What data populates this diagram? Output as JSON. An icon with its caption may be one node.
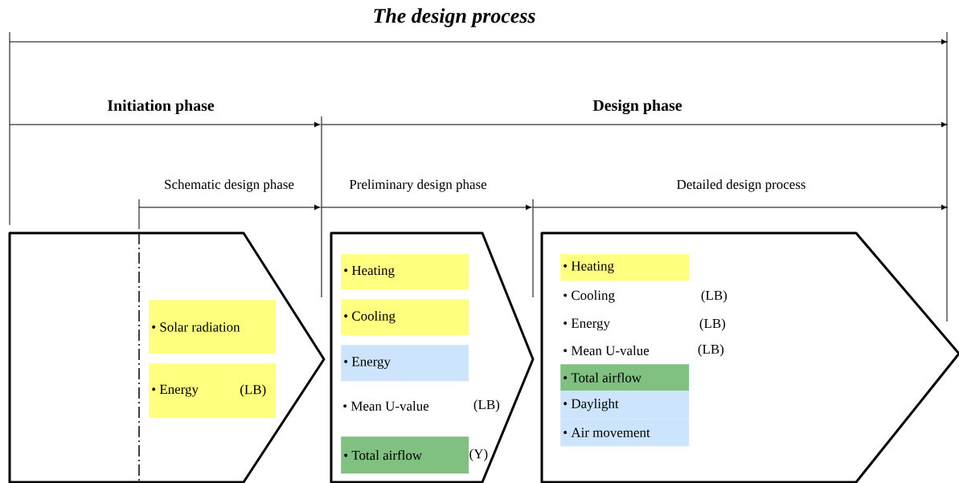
{
  "diagram": {
    "title": "The design process",
    "nodes": [
      {
        "text": [],
        "shape": "chevron"
      },
      {
        "text": [
          "• Solar radiation"
        ],
        "in": 0
      },
      {
        "text": [
          "• Energy",
          "(LB)"
        ],
        "in": 0
      },
      {
        "text": [],
        "shape": "chevron"
      },
      {
        "text": [
          "• Heating"
        ],
        "in": 3
      },
      {
        "text": [
          "• Cooling"
        ],
        "in": 3
      },
      {
        "text": [
          "• Energy"
        ],
        "in": 3
      },
      {
        "text": [
          "• Total airflow"
        ],
        "in": 3,
        "beside": [
          "(Y)"
        ]
      },
      {
        "text": [],
        "shape": "chevron"
      },
      {
        "text": [
          "• Heating"
        ],
        "in": 8
      },
      {
        "text": [
          "• Total airflow"
        ],
        "in": 8
      },
      {
        "text": [
          "• Daylight"
        ],
        "in": 8
      },
      {
        "text": [
          "• Air movement"
        ],
        "in": 8
      }
    ],
    "labels": [
      "Initiation phase",
      "Design phase",
      "Schematic design phase",
      "Preliminary design phase",
      "Detailed design process",
      "• Mean U-value",
      "(LB)",
      "• Cooling",
      "(LB)",
      "• Energy",
      "(LB)",
      "• Mean U-value",
      "(LB)"
    ]
  }
}
